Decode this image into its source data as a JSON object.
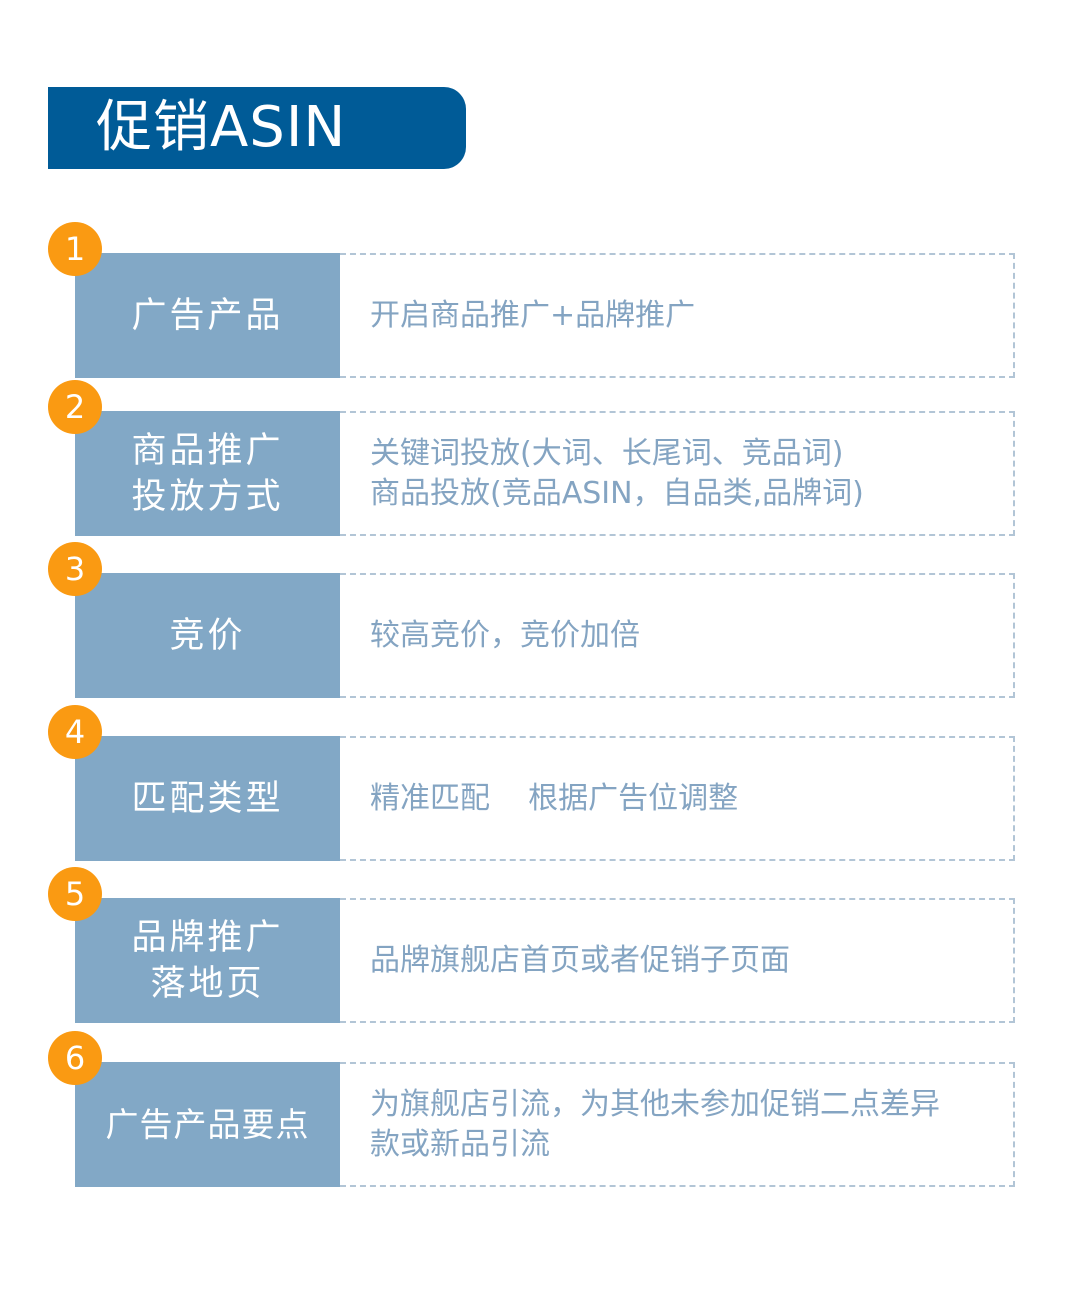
{
  "title": "促销ASIN",
  "items": [
    {
      "number": "1",
      "label": "广告产品",
      "description": "开启商品推广+品牌推广"
    },
    {
      "number": "2",
      "label": "商品推广\n投放方式",
      "description": "关键词投放(大词、长尾词、竞品词)\n商品投放(竞品ASIN，自品类,品牌词)"
    },
    {
      "number": "3",
      "label": "竞价",
      "description": "较高竞价，竞价加倍"
    },
    {
      "number": "4",
      "label": "匹配类型",
      "description": "精准匹配    根据广告位调整"
    },
    {
      "number": "5",
      "label": "品牌推广\n落地页",
      "description": "品牌旗舰店首页或者促销子页面"
    },
    {
      "number": "6",
      "label": "广告产品要点",
      "description": "为旗舰店引流，为其他未参加促销二点差异\n款或新品引流"
    }
  ],
  "colors": {
    "banner": "#005b97",
    "label_bg": "#82a8c6",
    "badge": "#fa9a12",
    "desc_text": "#84a4c2",
    "dash": "#b2c5d6"
  }
}
